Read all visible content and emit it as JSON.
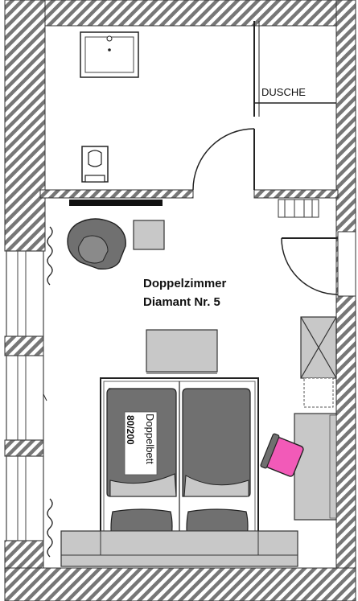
{
  "room": {
    "title_line1": "Doppelzimmer",
    "title_line2": "Diamant Nr. 5"
  },
  "bathroom": {
    "shower_label": "DUSCHE"
  },
  "bed": {
    "label": "Doppelbett",
    "size": "80/200"
  },
  "colors": {
    "wall_hatch": "#7a7a7a",
    "furniture_dark": "#707070",
    "furniture_light": "#c8c8c8",
    "accent_pillow": "#f25ab8"
  }
}
